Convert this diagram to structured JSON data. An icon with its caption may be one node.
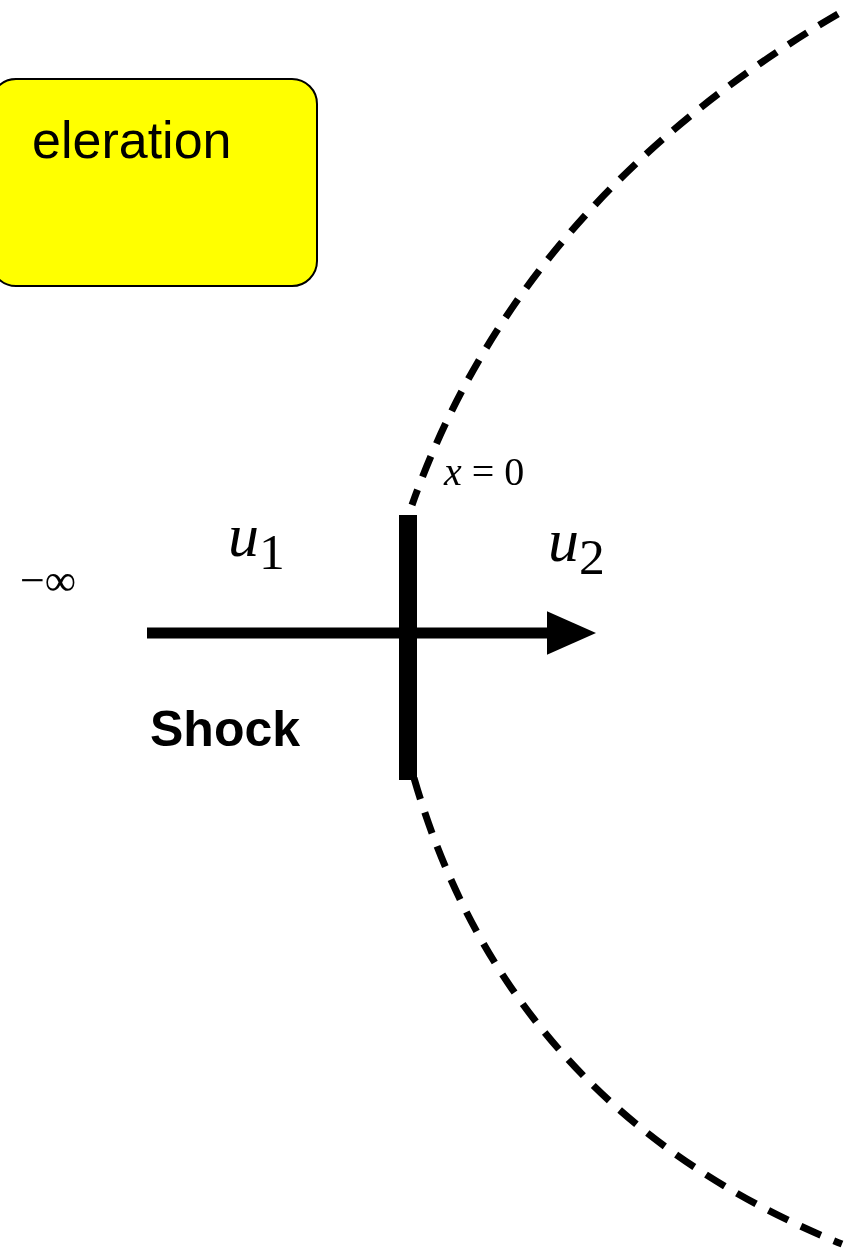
{
  "diagram": {
    "nodes": [
      {
        "text": [
          "eleration"
        ]
      }
    ],
    "labels": [
      "*x* = 0",
      "*u*$_{1}$",
      "*u*$_{2}$",
      "−∞",
      "Shock"
    ]
  }
}
